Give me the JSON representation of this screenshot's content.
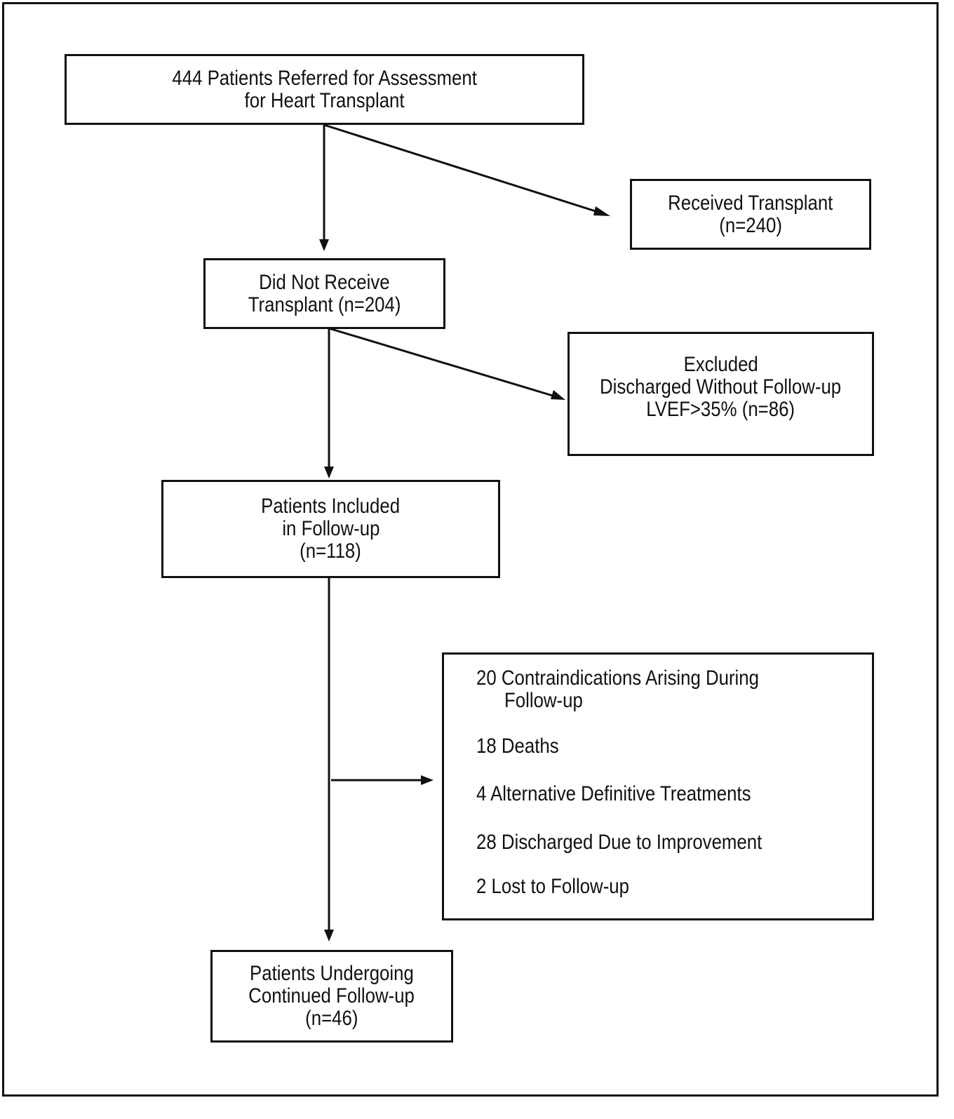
{
  "boxes": {
    "referred": {
      "line1": "444 Patients Referred for Assessment",
      "line2": "for Heart Transplant"
    },
    "received": {
      "line1": "Received Transplant",
      "line2": "(n=240)"
    },
    "not_received": {
      "line1": "Did Not Receive",
      "line2": "Transplant (n=204)"
    },
    "excluded": {
      "line1": "Excluded",
      "line2": "Discharged Without Follow-up",
      "line3": "LVEF>35% (n=86)"
    },
    "included": {
      "line1": "Patients Included",
      "line2": "in Follow-up",
      "line3": "(n=118)"
    },
    "continued": {
      "line1": "Patients Undergoing",
      "line2": "Continued Follow-up",
      "line3": "(n=46)"
    }
  },
  "outcomes": {
    "item1_line1": "20 Contraindications Arising During",
    "item1_line2": "Follow-up",
    "item2": "18 Deaths",
    "item3": "4 Alternative Definitive Treatments",
    "item4": "28 Discharged Due to Improvement",
    "item5": "2 Lost to Follow-up"
  }
}
